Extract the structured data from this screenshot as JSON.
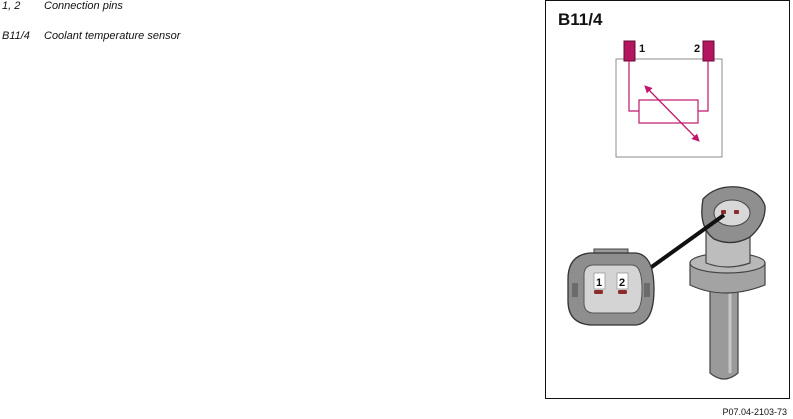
{
  "legend": [
    {
      "key": "1, 2",
      "description": "Connection pins"
    },
    {
      "key": "B11/4",
      "description": "Coolant temperature sensor"
    }
  ],
  "figure": {
    "title": "B11/4",
    "schematic_pin_labels": [
      "1",
      "2"
    ],
    "connector_pin_labels": [
      "1",
      "2"
    ],
    "code": "P07.04-2103-73"
  },
  "colors": {
    "circuit": "#c0176c",
    "pin": "#b3155f",
    "housing": "#8e8e8e",
    "housing_dark": "#5a5a5a",
    "pin_contact": "#8b2b2b"
  }
}
